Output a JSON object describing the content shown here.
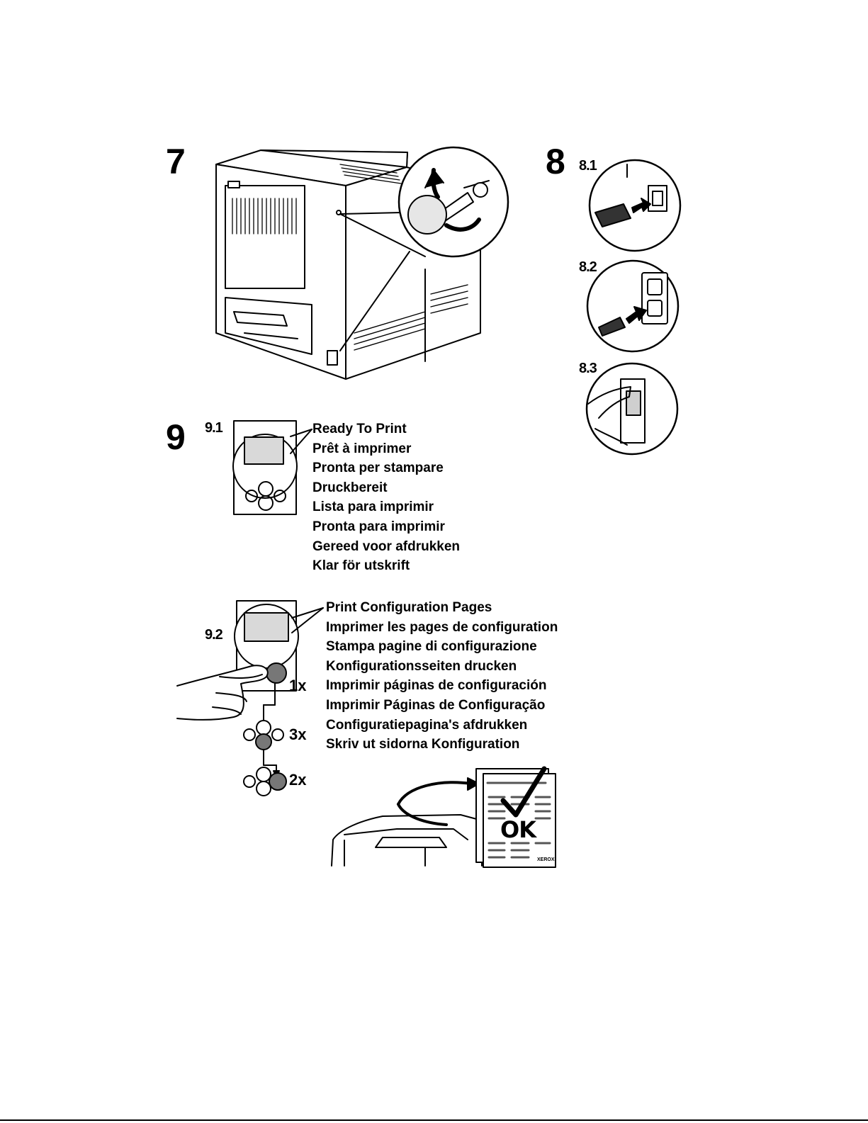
{
  "steps": {
    "s7": "7",
    "s8": "8",
    "s9": "9",
    "s81": "8.1",
    "s82": "8.2",
    "s83": "8.3",
    "s91": "9.1",
    "s92": "9.2"
  },
  "ready_messages": [
    "Ready To Print",
    "Prêt à imprimer",
    "Pronta per stampare",
    "Druckbereit",
    "Lista para imprimir",
    "Pronta para imprimir",
    "Gereed voor afdrukken",
    "Klar för utskrift"
  ],
  "config_messages": [
    "Print Configuration Pages",
    "Imprimer les pages de configuration",
    "Stampa pagine di configurazione",
    "Konfigurationsseiten drucken",
    "Imprimir páginas de configuración",
    "Imprimir Páginas de Configuração",
    "Configuratiepagina's afdrukken",
    "Skriv ut sidorna Konfiguration"
  ],
  "presses": {
    "ok_first": "1x",
    "down": "3x",
    "ok_second": "2x"
  },
  "ok_mark": "OK",
  "brand": "XEROX"
}
